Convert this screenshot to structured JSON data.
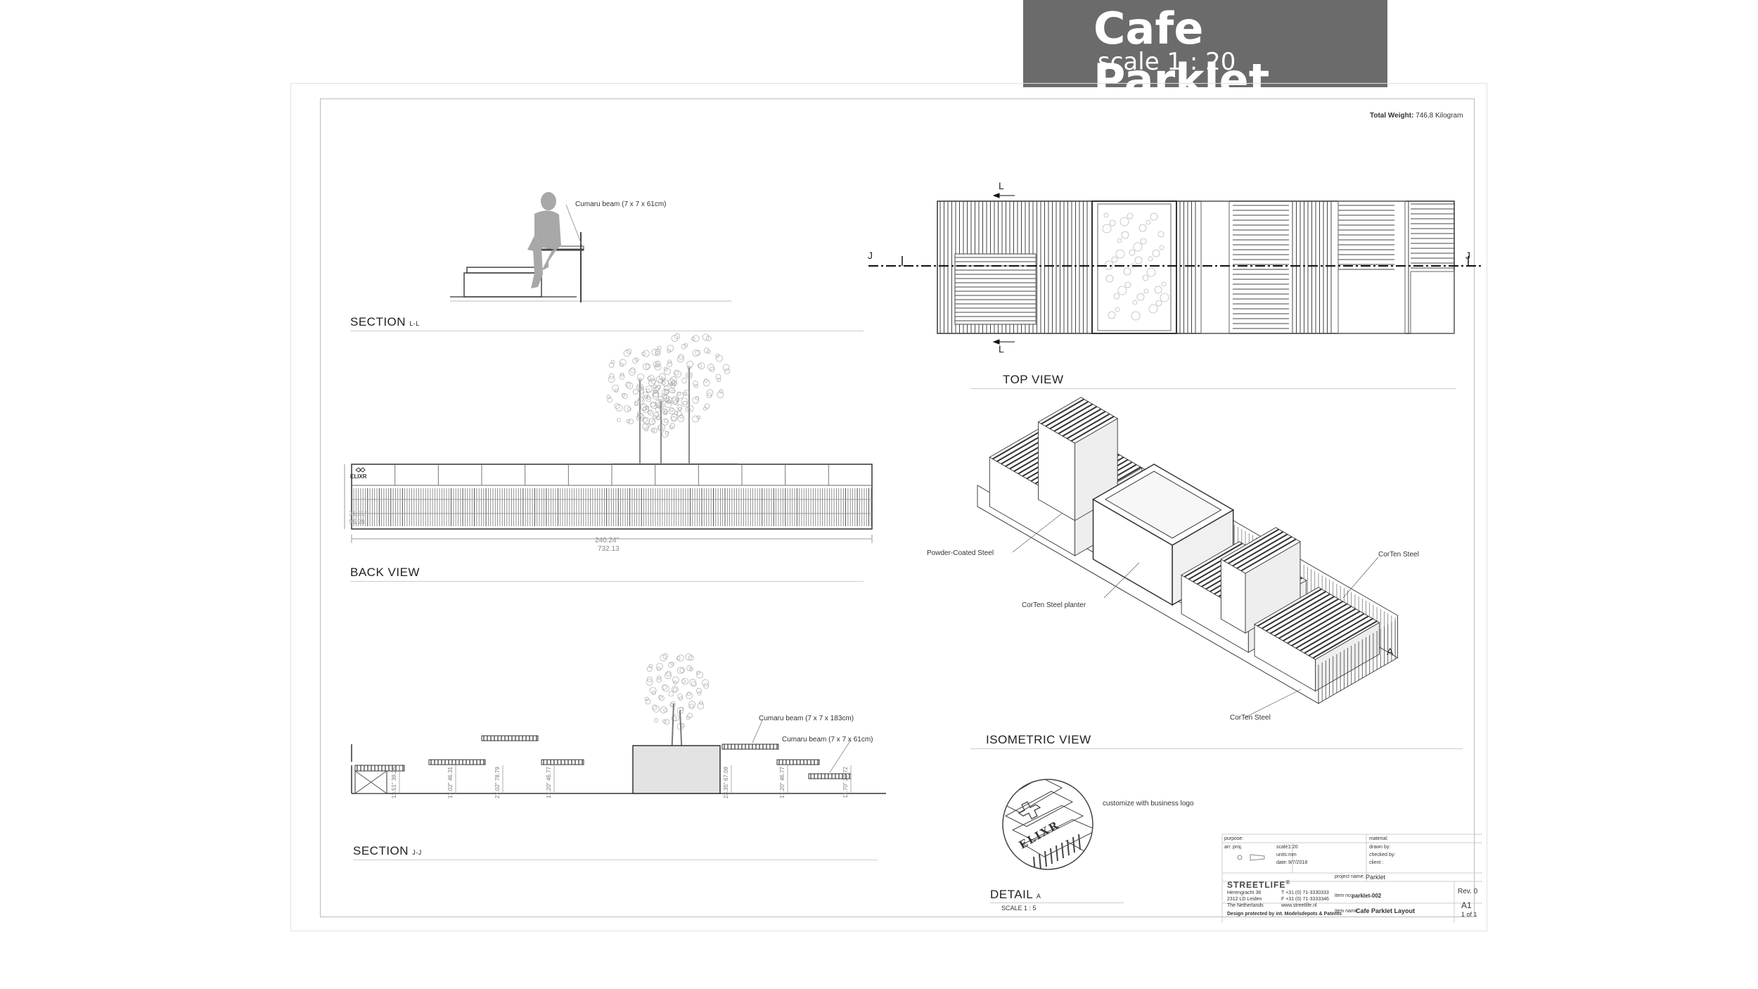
{
  "header": {
    "title": "Cafe Parklet",
    "scale": "scale 1 : 20"
  },
  "total_weight": {
    "label": "Total Weight:",
    "value": "746,8 Kilogram"
  },
  "views": {
    "section_ll": {
      "label": "SECTION",
      "suffix": "L-L",
      "note": "Cumaru beam (7 x 7 x 61cm)"
    },
    "top": {
      "label": "TOP VIEW",
      "marker_l": "L",
      "marker_j": "J"
    },
    "back": {
      "label": "BACK VIEW",
      "dim_h1": "31.51\"",
      "dim_h2": "95.28",
      "dim_w1": "240.24\"",
      "dim_w2": "732.13",
      "logo": "ELIXR"
    },
    "isometric": {
      "label": "ISOMETRIC VIEW",
      "callouts": [
        "Powder-Coated Steel",
        "CorTen Steel planter",
        "CorTen Steel",
        "CorTen Steel"
      ],
      "detail_ref": "A"
    },
    "section_jj": {
      "label": "SECTION",
      "suffix": "J-J",
      "notes": [
        "Cumaru beam (7 x 7 x 183cm)",
        "Cumaru beam (7 x 7 x 61cm)"
      ],
      "dims": [
        [
          "13.51\"",
          "39.26"
        ],
        [
          "17.02\"",
          "46.31"
        ],
        [
          "27.02\"",
          "78.79"
        ],
        [
          "17.20\"",
          "46.77"
        ],
        [
          "23.35\"",
          "67.09"
        ],
        [
          "17.20\"",
          "46.77"
        ],
        [
          "11.70\"",
          "29.72"
        ]
      ]
    },
    "detail": {
      "label": "DETAIL",
      "suffix": "A",
      "scale": "SCALE 1 : 5",
      "note": "customize with business logo",
      "logo": "ELIXR"
    }
  },
  "title_block": {
    "purpose": "purpose:",
    "material": "material:",
    "proj": "arr. proj.",
    "scale_l": "scale:",
    "scale_v": "1:20",
    "units_l": "units:",
    "units_v": "mm",
    "date_l": "date:",
    "date_v": "9/7/2018",
    "drawn": "drawn by:",
    "checked": "checked by:",
    "client": "client :",
    "company": "STREETLIFE",
    "reg": "®",
    "addr1": "Herengracht 36",
    "addr2": "2312 LD Leiden",
    "addr3": "The Netherlands",
    "tel": "T +31 (0) 71-3330333",
    "fax": "F +31 (0) 71-3333346",
    "web": "www.streetlife.nl",
    "protected": "Design protected by int. Modelsdepots & Patents",
    "project_l": "project name:",
    "project_v": "Parklet",
    "item_no_l": "item no:",
    "item_no_v": "parklet-002",
    "item_name_l": "item name:",
    "item_name_v": "Cafe Parklet Layout",
    "rev": "Rev. 0",
    "size": "A1",
    "sheet": "1 of 1"
  }
}
